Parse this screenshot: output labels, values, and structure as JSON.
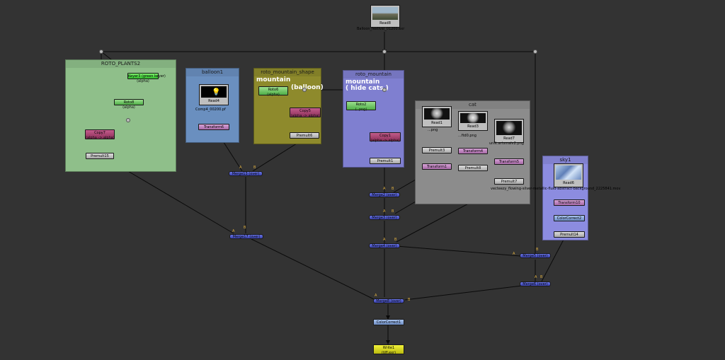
{
  "backdrops": {
    "roto_plants": "ROTO_PLANTS2",
    "balloon": "balloon1",
    "roto_mountain_shape": "roto_mountain_shape",
    "roto_mountain": "roto_mountain",
    "cat": "cat",
    "sky": "sky1"
  },
  "notes": {
    "mountain_shape": "mountain",
    "mountain_shape_balloon": "(balloon)",
    "mountain": "mountain\n( hide cats )"
  },
  "nodes": {
    "read8": "Read8",
    "read8_file": "Balloon_festival_01200.exr",
    "keyer3": "Keyer3 (green keyer)",
    "keyer3_sub": "(alpha)",
    "roto8": "Roto8",
    "roto8_sub": "(alpha)",
    "copy7": "Copy7",
    "copy7_sub": "(alpha -> alpha)",
    "premult15": "Premult15",
    "read4": "Read4",
    "read4_file": "Comp4_00200.pf",
    "transform6": "Transform6",
    "roto6": "Roto6",
    "roto6_sub": "(alpha)",
    "copy5": "Copy5",
    "copy5_sub": "(alpha -> alpha)",
    "premult6": "Premult6",
    "roto2": "Roto2",
    "roto2_sub": "(..png)",
    "copy1": "Copy1",
    "copy1_sub": "(alpha -> alpha)",
    "premult1": "Premult1",
    "read1": "Read1",
    "read1_file": "...png",
    "read3": "Read3",
    "read3_file": "...ftd0.png",
    "read7": "Read7",
    "read7_file": "unlit.artsmalv2.png",
    "premult3": "Premult3",
    "transform4": "Transform4",
    "transform1": "Transform1",
    "premult8": "Premult8",
    "transform5": "Transform5",
    "premult7": "Premult7",
    "read6": "Read6",
    "read6_file": "vecteezy_flowing-silver-metallic-fluid-abstract-background_2225841.mov",
    "transform10": "Transform10",
    "colorcorrect2": "ColorCorrect2",
    "premult14": "Premult14",
    "merge13": "Merge13 (over)",
    "merge17": "Merge17 (over)",
    "merge_a": "Merge2 (over)",
    "merge_b": "Merge3 (over)",
    "merge_c": "Merge4 (over)",
    "merge_d": "Merge5 (over)",
    "merge_e": "Merge6 (over)",
    "merge_f": "Merge8 (over)",
    "colorcorrect1": "ColorCorrect1",
    "write1": "Write1",
    "write1_sub": "(tiff.exr)"
  },
  "pins": {
    "a": "A",
    "b": "B"
  },
  "colors": {
    "bg": "#333333",
    "roto_plants": "#8fbf8a",
    "balloon": "#6a8fbf",
    "mountain_shape": "#8e8a2c",
    "mountain": "#7f7fd0",
    "cat": "#8c8c8c",
    "sky": "#8c8ce0"
  },
  "icons": [
    "lightbulb-icon"
  ]
}
